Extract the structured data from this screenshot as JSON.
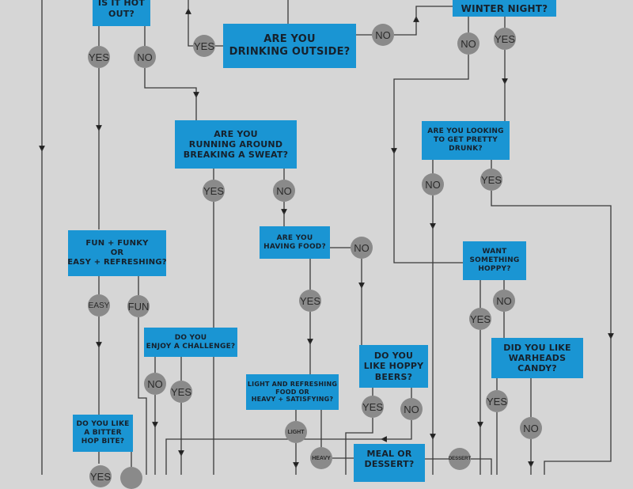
{
  "boxes": {
    "hot_out": [
      "IS IT HOT",
      "OUT?"
    ],
    "drinking_outside": [
      "ARE YOU",
      "DRINKING OUTSIDE?"
    ],
    "winter_night": [
      "WINTER NIGHT?"
    ],
    "sweat": [
      "ARE YOU",
      "RUNNING AROUND",
      "BREAKING A SWEAT?"
    ],
    "drunk": [
      "ARE YOU LOOKING",
      "TO GET PRETTY",
      "DRUNK?"
    ],
    "funky": [
      "FUN + FUNKY",
      "OR",
      "EASY + REFRESHING?"
    ],
    "food": [
      "ARE YOU",
      "HAVING FOOD?"
    ],
    "hoppy_want": [
      "WANT",
      "SOMETHING",
      "HOPPY?"
    ],
    "challenge": [
      "DO YOU",
      "ENJOY A CHALLENGE?"
    ],
    "light_heavy": [
      "LIGHT AND REFRESHING",
      "FOOD OR",
      "HEAVY + SATISFYING?"
    ],
    "hoppy_like": [
      "DO YOU",
      "LIKE HOPPY",
      "BEERS?"
    ],
    "warheads": [
      "DID YOU LIKE",
      "WARHEADS",
      "CANDY?"
    ],
    "bitter": [
      "DO YOU LIKE",
      "A BITTER",
      "HOP BITE?"
    ],
    "meal": [
      "MEAL OR",
      "DESSERT?"
    ]
  },
  "answers": {
    "yes": "YES",
    "no": "NO",
    "easy": "EASY",
    "fun": "FUN",
    "light": "LIGHT",
    "heavy": "HEAVY",
    "dessert": "DESSERT"
  },
  "colors": {
    "background": "#d6d6d6",
    "box": "#1a95d3",
    "answer": "#8a8a8a",
    "line": "#333333"
  }
}
